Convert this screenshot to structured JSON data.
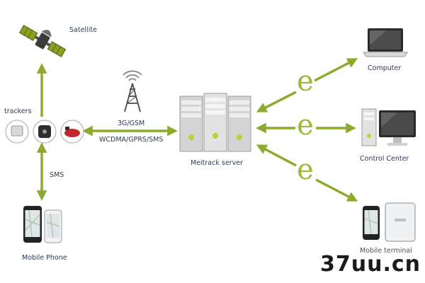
{
  "labels": {
    "satellite": "Satellite",
    "trackers": "trackers",
    "sms": "SMS",
    "mobile_phone": "Mobile Phone",
    "network_top": "3G/GSM",
    "network_bottom": "WCDMA/GPRS/SMS",
    "server": "Meitrack server",
    "computer": "Computer",
    "control_center": "Control Center",
    "mobile_terminal": "Mobile terminal"
  },
  "internet_symbol": "e",
  "watermark": "37uu.cn",
  "colors": {
    "arrow": "#8cab2c",
    "label_text": "#2c3a55",
    "server_body": "#dcdcdc",
    "accent_led": "#b7d334"
  },
  "icons": [
    "satellite-icon",
    "cell-tower-icon",
    "server-rack-icon",
    "laptop-icon",
    "desktop-pc-icon",
    "tablet-icon",
    "smartphone-icon",
    "gps-tracker-icon"
  ]
}
